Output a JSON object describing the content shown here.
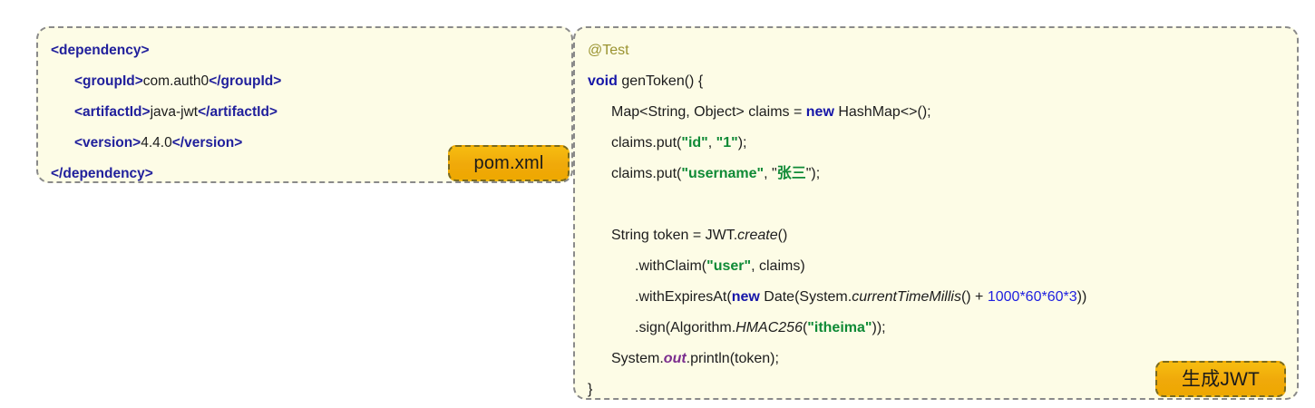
{
  "page": {
    "background": "#ffffff",
    "panel_background": "#fdfce6",
    "panel_border_color": "#8a8a8a",
    "badge_color": "#f0a90a",
    "colors": {
      "xml_tag": "#21209c",
      "java_keyword": "#1616a8",
      "string_literal": "#0f8a36",
      "annotation": "#9a9330",
      "number_literal": "#2020e0",
      "static_field": "#7b2d8e",
      "plain_text": "#1c1c1c"
    }
  },
  "pom_panel": {
    "badge_label": "pom.xml",
    "lines": [
      {
        "indent": 0,
        "tokens": [
          {
            "t": "tag",
            "v": "<dependency>"
          }
        ]
      },
      {
        "indent": 1,
        "tokens": [
          {
            "t": "tag",
            "v": "<groupId>"
          },
          {
            "t": "plain",
            "v": "com.auth0"
          },
          {
            "t": "tag",
            "v": "</groupId>"
          }
        ]
      },
      {
        "indent": 1,
        "tokens": [
          {
            "t": "tag",
            "v": "<artifactId>"
          },
          {
            "t": "plain",
            "v": "java-jwt"
          },
          {
            "t": "tag",
            "v": "</artifactId>"
          }
        ]
      },
      {
        "indent": 1,
        "tokens": [
          {
            "t": "tag",
            "v": "<version>"
          },
          {
            "t": "plain",
            "v": "4.4.0"
          },
          {
            "t": "tag",
            "v": "</version>"
          }
        ]
      },
      {
        "indent": 0,
        "tokens": [
          {
            "t": "tag",
            "v": "</dependency>"
          }
        ]
      }
    ],
    "plain_text": "<dependency>\n  <groupId>com.auth0</groupId>\n  <artifactId>java-jwt</artifactId>\n  <version>4.4.0</version>\n</dependency>"
  },
  "jwt_panel": {
    "badge_label": "生成JWT",
    "lines": [
      {
        "indent": 0,
        "tokens": [
          {
            "t": "anno",
            "v": "@Test"
          }
        ]
      },
      {
        "indent": 0,
        "tokens": [
          {
            "t": "kw",
            "v": "void"
          },
          {
            "t": "plain",
            "v": " genToken() {"
          }
        ]
      },
      {
        "indent": 1,
        "tokens": [
          {
            "t": "plain",
            "v": "Map<String, Object> claims = "
          },
          {
            "t": "kw",
            "v": "new"
          },
          {
            "t": "plain",
            "v": " HashMap<>();"
          }
        ]
      },
      {
        "indent": 1,
        "tokens": [
          {
            "t": "plain",
            "v": "claims.put("
          },
          {
            "t": "str",
            "v": "\"id\""
          },
          {
            "t": "plain",
            "v": ", "
          },
          {
            "t": "str",
            "v": "\"1\""
          },
          {
            "t": "plain",
            "v": ");"
          }
        ]
      },
      {
        "indent": 1,
        "tokens": [
          {
            "t": "plain",
            "v": "claims.put("
          },
          {
            "t": "str",
            "v": "\"username\""
          },
          {
            "t": "plain",
            "v": ", "
          },
          {
            "t": "q",
            "v": "\""
          },
          {
            "t": "str",
            "v": "张三"
          },
          {
            "t": "q",
            "v": "\""
          },
          {
            "t": "plain",
            "v": ");"
          }
        ]
      },
      {
        "indent": 0,
        "blank": true,
        "tokens": []
      },
      {
        "indent": 1,
        "tokens": [
          {
            "t": "plain",
            "v": "String token = JWT."
          },
          {
            "t": "ital",
            "v": "create"
          },
          {
            "t": "plain",
            "v": "()"
          }
        ]
      },
      {
        "indent": 2,
        "tokens": [
          {
            "t": "plain",
            "v": ".withClaim("
          },
          {
            "t": "str",
            "v": "\"user\""
          },
          {
            "t": "plain",
            "v": ", claims)"
          }
        ]
      },
      {
        "indent": 2,
        "tokens": [
          {
            "t": "plain",
            "v": ".withExpiresAt("
          },
          {
            "t": "kw",
            "v": "new"
          },
          {
            "t": "plain",
            "v": " Date(System."
          },
          {
            "t": "ital",
            "v": "currentTimeMillis"
          },
          {
            "t": "plain",
            "v": "() + "
          },
          {
            "t": "num",
            "v": "1000*60*60*3"
          },
          {
            "t": "plain",
            "v": "))"
          }
        ]
      },
      {
        "indent": 2,
        "tokens": [
          {
            "t": "plain",
            "v": ".sign(Algorithm."
          },
          {
            "t": "ital",
            "v": "HMAC256"
          },
          {
            "t": "plain",
            "v": "("
          },
          {
            "t": "str",
            "v": "\"itheima\""
          },
          {
            "t": "plain",
            "v": "));"
          }
        ]
      },
      {
        "indent": 1,
        "tokens": [
          {
            "t": "plain",
            "v": "System."
          },
          {
            "t": "field",
            "v": "out"
          },
          {
            "t": "plain",
            "v": ".println(token);"
          }
        ]
      },
      {
        "indent": 0,
        "tokens": [
          {
            "t": "plain",
            "v": "}"
          }
        ]
      }
    ],
    "plain_text": "@Test\nvoid genToken() {\n  Map<String, Object> claims = new HashMap<>();\n  claims.put(\"id\", \"1\");\n  claims.put(\"username\", \"张三\");\n\n  String token = JWT.create()\n      .withClaim(\"user\", claims)\n      .withExpiresAt(new Date(System.currentTimeMillis() + 1000*60*60*3))\n      .sign(Algorithm.HMAC256(\"itheima\"));\n  System.out.println(token);\n}"
  }
}
